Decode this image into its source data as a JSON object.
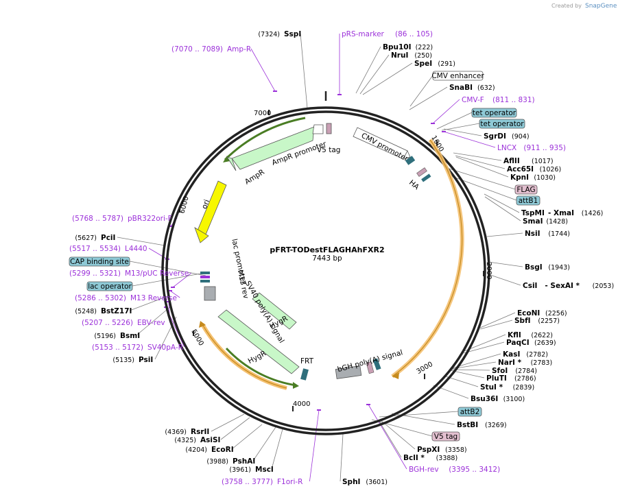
{
  "credit": {
    "created_by": "Created by",
    "brand": "SnapGene"
  },
  "map": {
    "name": "pFRT-TODestFLAGHAhFXR2",
    "length": "7443 bp",
    "ticks": [
      "1000",
      "2000",
      "3000",
      "4000",
      "5000",
      "6000",
      "7000"
    ]
  },
  "enzymes": [
    {
      "pos": "(7324)",
      "name": "SspI"
    },
    {
      "name": "Bpu10I",
      "pos": "(222)"
    },
    {
      "name": "NruI",
      "pos": "(250)"
    },
    {
      "name": "SpeI",
      "pos": "(291)"
    },
    {
      "name": "SnaBI",
      "pos": "(632)"
    },
    {
      "name": "SgrDI",
      "pos": "(904)"
    },
    {
      "name": "AflII",
      "pos": "(1017)"
    },
    {
      "name": "Acc65I",
      "pos": "(1026)"
    },
    {
      "name": "KpnI",
      "pos": "(1030)"
    },
    {
      "name": "TspMI",
      "extra": "- XmaI",
      "pos": "(1426)"
    },
    {
      "name": "SmaI",
      "pos": "(1428)"
    },
    {
      "name": "NsiI",
      "pos": "(1744)"
    },
    {
      "name": "BsgI",
      "pos": "(1943)"
    },
    {
      "name": "CsiI",
      "extra": "- SexAI *",
      "pos": "(2053)"
    },
    {
      "name": "EcoNI",
      "pos": "(2256)"
    },
    {
      "name": "SbfI",
      "pos": "(2257)"
    },
    {
      "name": "KflI",
      "pos": "(2622)"
    },
    {
      "name": "PaqCI",
      "pos": "(2639)"
    },
    {
      "name": "KasI",
      "pos": "(2782)"
    },
    {
      "name": "NarI *",
      "pos": "(2783)"
    },
    {
      "name": "SfoI",
      "pos": "(2784)"
    },
    {
      "name": "PluTI",
      "pos": "(2786)"
    },
    {
      "name": "StuI *",
      "pos": "(2839)"
    },
    {
      "name": "Bsu36I",
      "pos": "(3100)"
    },
    {
      "name": "BstBI",
      "pos": "(3269)"
    },
    {
      "name": "PspXI",
      "pos": "(3358)"
    },
    {
      "name": "BclI *",
      "pos": "(3388)"
    },
    {
      "name": "SphI",
      "pos": "(3601)"
    },
    {
      "name": "MscI",
      "pos": "(3961)"
    },
    {
      "name": "PshAI",
      "pos": "(3988)"
    },
    {
      "name": "EcoRI",
      "pos": "(4204)"
    },
    {
      "name": "AsiSI",
      "pos": "(4325)"
    },
    {
      "name": "RsrII",
      "pos": "(4369)"
    },
    {
      "name": "PsiI",
      "pos": "(5135)"
    },
    {
      "name": "BsmI",
      "pos": "(5196)"
    },
    {
      "name": "BstZ17I",
      "pos": "(5248)"
    },
    {
      "name": "PciI",
      "pos": "(5627)"
    }
  ],
  "primers": [
    {
      "name": "pRS-marker",
      "range": "(86 .. 105)"
    },
    {
      "name": "Amp-R",
      "range": "(7070 .. 7089)"
    },
    {
      "name": "CMV-F",
      "range": "(811 .. 831)"
    },
    {
      "name": "LNCX",
      "range": "(911 .. 935)"
    },
    {
      "name": "BGH-rev",
      "range": "(3395 .. 3412)"
    },
    {
      "name": "F1ori-R",
      "range": "(3758 .. 3777)"
    },
    {
      "name": "SV40pA-R",
      "range": "(5153 .. 5172)"
    },
    {
      "name": "EBV-rev",
      "range": "(5207 .. 5226)"
    },
    {
      "name": "M13 Reverse",
      "range": "(5286 .. 5302)"
    },
    {
      "name": "M13/pUC Reverse",
      "range": "(5299 .. 5321)"
    },
    {
      "name": "L4440",
      "range": "(5517 .. 5534)"
    },
    {
      "name": "pBR322ori-F",
      "range": "(5768 .. 5787)"
    }
  ],
  "boxes": [
    {
      "name": "CMV enhancer",
      "fill": "#ffffff"
    },
    {
      "name": "tet operator",
      "fill": "#8ec9d6"
    },
    {
      "name": "tet operator",
      "fill": "#8ec9d6"
    },
    {
      "name": "FLAG",
      "fill": "#e2bfcf"
    },
    {
      "name": "attB1",
      "fill": "#8ec9d6"
    },
    {
      "name": "attB2",
      "fill": "#8ec9d6"
    },
    {
      "name": "V5 tag",
      "fill": "#e2bfcf"
    },
    {
      "name": "CAP binding site",
      "fill": "#8ec9d6"
    },
    {
      "name": "lac operator",
      "fill": "#8ec9d6"
    }
  ],
  "features": {
    "cmv_promoter": "CMV promoter",
    "ha": "HA",
    "v5_tag": "V5 tag",
    "ampr_promoter": "AmpR promoter",
    "ampr": "AmpR",
    "ori": "ori",
    "lac_promoter": "lac promoter",
    "m13_rev": "M13 rev",
    "sv40": "SV40 poly(A) signal",
    "hygr1": "HygR",
    "hygr2": "HygR",
    "frt": "FRT",
    "bgh": "bGH poly(A) signal"
  },
  "colors": {
    "backbone": "#222222",
    "primer": "#9b30d9",
    "ampr_fill": "#c8f7c8",
    "ori_fill": "#f7f700",
    "att_fill": "#8ec9d6",
    "tag_fill": "#e2bfcf",
    "orf_highlight": "#f4c070"
  }
}
